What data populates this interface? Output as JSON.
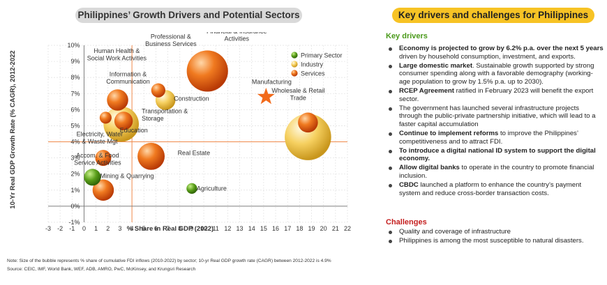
{
  "left_title": "Philippines’ Growth Drivers and Potential Sectors",
  "right_title": "Key drivers and challenges for Philippines",
  "chart_data": {
    "type": "scatter",
    "xlabel": "% Share in Real GDP (2022)",
    "ylabel": "10-Yr Real GDP Growth Rate (% CAGR), 2012-2022",
    "xlim": [
      -3,
      22
    ],
    "ylim": [
      -1,
      10
    ],
    "x_ticks": [
      "-3",
      "-2",
      "-1",
      "0",
      "1",
      "2",
      "3",
      "4",
      "5",
      "6",
      "7",
      "8",
      "9",
      "10",
      "11",
      "12",
      "13",
      "14",
      "15",
      "16",
      "17",
      "18",
      "19",
      "20",
      "21",
      "22"
    ],
    "y_ticks": [
      "-1%",
      "0%",
      "1%",
      "2%",
      "3%",
      "4%",
      "5%",
      "6%",
      "7%",
      "8%",
      "9%",
      "10%"
    ],
    "reference_lines": {
      "x": 4,
      "y": 4
    },
    "grid": true,
    "legend_position": "top-right",
    "legend": [
      {
        "name": "Primary Sector",
        "color": "#5a9e1a"
      },
      {
        "name": "Industry",
        "color": "#f5c542"
      },
      {
        "name": "Services",
        "color": "#e8600e"
      }
    ],
    "points": [
      {
        "label": "Financial & Insurance Activities",
        "x": 10.3,
        "y": 8.4,
        "size": 30,
        "group": "Services"
      },
      {
        "label": "Manufacturing",
        "x": 18.7,
        "y": 4.3,
        "size": 38,
        "group": "Industry"
      },
      {
        "label": "Wholesale & Retail Trade",
        "x": 18.7,
        "y": 5.2,
        "size": 7,
        "group": "Services"
      },
      {
        "label": "Real Estate",
        "x": 5.6,
        "y": 3.1,
        "size": 13,
        "group": "Services"
      },
      {
        "label": "Construction",
        "x": 6.8,
        "y": 6.6,
        "size": 7,
        "group": "Industry"
      },
      {
        "label": "Information & Communication",
        "x": 2.8,
        "y": 6.6,
        "size": 8,
        "group": "Services"
      },
      {
        "label": "Transportation & Storage",
        "x": 3.3,
        "y": 5.3,
        "size": 6,
        "group": "Services"
      },
      {
        "label": "Education",
        "x": 3.1,
        "y": 5.1,
        "size": 22,
        "group": "Industry"
      },
      {
        "label": "Human Health & Social Work Activities",
        "x": 1.8,
        "y": 5.5,
        "size": 2.5,
        "group": "Services"
      },
      {
        "label": "Professional & Business Services",
        "x": 6.2,
        "y": 7.2,
        "size": 3.5,
        "group": "Services"
      },
      {
        "label": "Electricity, Water & Waste Mgt",
        "x": 1.6,
        "y": 3.0,
        "size": 4.5,
        "group": "Services"
      },
      {
        "label": "Mining & Quarrying",
        "x": 0.7,
        "y": 1.8,
        "size": 5,
        "group": "Primary Sector"
      },
      {
        "label": "Accom. & Food Service Activities",
        "x": 1.6,
        "y": 1.0,
        "size": 8,
        "group": "Services"
      },
      {
        "label": "Agriculture",
        "x": 9.0,
        "y": 1.1,
        "size": 2,
        "group": "Primary Sector"
      }
    ],
    "star": {
      "x": 15.2,
      "y": 6.8
    }
  },
  "key_drivers": {
    "heading": "Key drivers",
    "items": [
      {
        "bold": "Economy is projected to grow by 6.2% p.a. over the next 5 years",
        "text": " driven by household consumption, investment, and exports."
      },
      {
        "bold": "Large domestic market",
        "text": ". Sustainable growth supported by strong consumer spending along with a favorable demography (working-age population to grow by 1.5% p.a. up to 2030)."
      },
      {
        "bold": "RCEP Agreement",
        "text": " ratified in February 2023 will benefit the export sector."
      },
      {
        "bold": "",
        "text": "The government has launched several infrastructure projects through the public-private partnership initiative, which will lead to a faster capital accumulation"
      },
      {
        "bold": "Continue to implement reforms",
        "text": " to improve the Philippines’ competitiveness and to attract FDI."
      },
      {
        "bold": "To introduce a digital national ID system to support  the digital economy.",
        "text": ""
      },
      {
        "bold": "Allow digital banks",
        "text": " to operate in the country to promote financial inclusion."
      },
      {
        "bold": "CBDC",
        "text": " launched a platform to enhance the country’s payment system and reduce cross-border transaction costs."
      }
    ]
  },
  "challenges": {
    "heading": "Challenges",
    "items": [
      {
        "bold": "",
        "text": "Quality and coverage of infrastructure"
      },
      {
        "bold": "",
        "text": "Philippines is among the most susceptible to natural disasters."
      }
    ]
  },
  "note": "Note:  Size of the bubble represents % share of cumulative FDI inflows (2010-2022) by sector; 10-yr Real GDP growth rate (CAGR) between 2012-2022 is 4.9%",
  "source": "Source: CEIC, IMF, World Bank, WEF, ADB, AMRO, PwC, McKinsey, and Krungsri Research"
}
